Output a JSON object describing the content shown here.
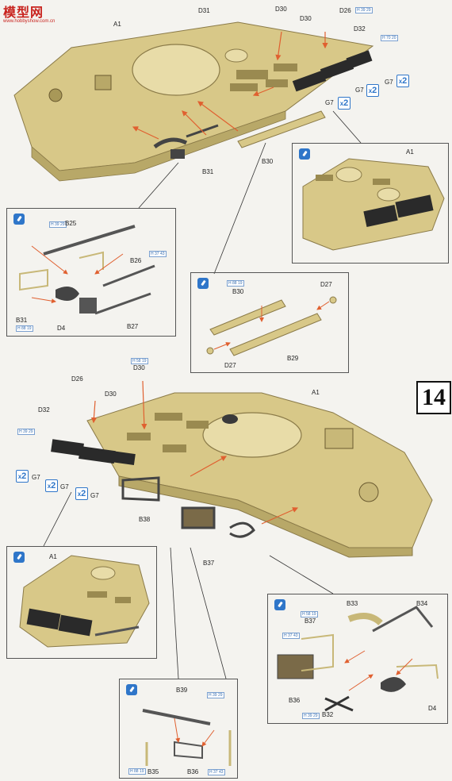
{
  "watermark": {
    "title": "模型网",
    "url": "www.hobbyshow.com.cn"
  },
  "step_number": "14",
  "colors": {
    "hull": "#d8c888",
    "hull_dark": "#a89858",
    "track": "#2a2a2a",
    "arrow": "#e06030",
    "accent": "#2f76c9"
  },
  "top_view": {
    "labels": {
      "a1": "A1",
      "d31": "D31",
      "d30": "D30",
      "d30b": "D30",
      "d26": "D26",
      "d32": "D32",
      "g7a": "G7",
      "g7b": "G7",
      "g7c": "G7",
      "b30": "B30",
      "b31": "B31"
    },
    "mults": {
      "m1": "2",
      "m2": "2",
      "m3": "2"
    },
    "refs": {
      "r1": "H 39 29",
      "r2": "H 70 20"
    }
  },
  "detail_b25": {
    "labels": {
      "b25": "B25",
      "b26": "B26",
      "b27": "B27",
      "b31": "B31",
      "d4": "D4"
    },
    "refs": {
      "r1": "H 39 29",
      "r2": "H 37 43",
      "r3": "H 88 19"
    }
  },
  "detail_b30": {
    "labels": {
      "b30": "B30",
      "d27a": "D27",
      "d27b": "D27",
      "b29": "B29"
    },
    "refs": {
      "r1": "H 88 19"
    }
  },
  "detail_a1_top": {
    "labels": {
      "a1": "A1"
    }
  },
  "bottom_view": {
    "labels": {
      "d26": "D26",
      "d30": "D30",
      "d30b": "D30",
      "d32": "D32",
      "a1": "A1",
      "g7a": "G7",
      "g7b": "G7",
      "g7c": "G7",
      "b38": "B38",
      "b37": "B37"
    },
    "mults": {
      "m1": "2",
      "m2": "2",
      "m3": "2"
    },
    "refs": {
      "r1": "H 39 29",
      "r2": "H 58 19"
    }
  },
  "detail_a1_bottom": {
    "labels": {
      "a1": "A1"
    }
  },
  "detail_b33": {
    "labels": {
      "b33": "B33",
      "b34": "B34",
      "b37": "B37",
      "b36": "B36",
      "b32": "B32",
      "d4": "D4"
    },
    "refs": {
      "r1": "H 58 19",
      "r2": "H 37 43",
      "r3": "H 39 29"
    }
  },
  "detail_b39": {
    "labels": {
      "b39": "B39",
      "b35": "B35",
      "b36": "B36"
    },
    "refs": {
      "r1": "H 39 29",
      "r2": "H 88 19",
      "r3": "H 37 43"
    }
  }
}
